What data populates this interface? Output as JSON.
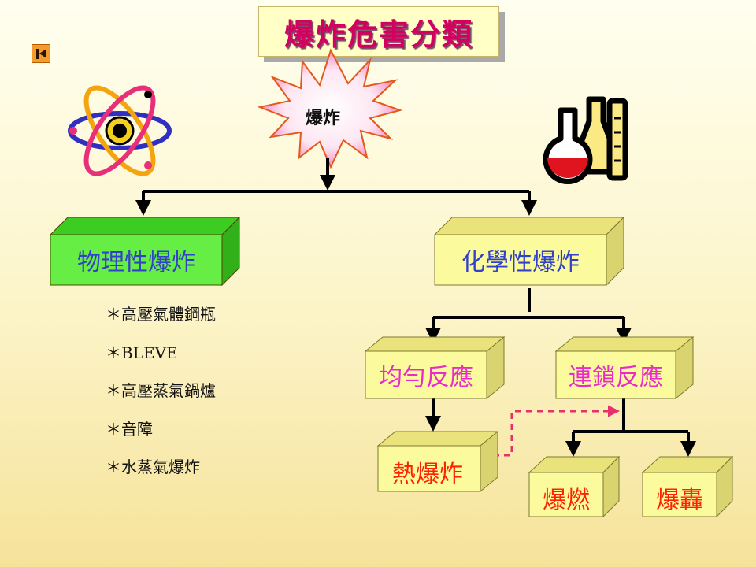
{
  "title": "爆炸危害分類",
  "root": "爆炸",
  "branches": {
    "physical": "物理性爆炸",
    "chemical": "化學性爆炸"
  },
  "physical_examples": [
    "＊高壓氣體鋼瓶",
    "＊BLEVE",
    "＊高壓蒸氣鍋爐",
    "＊音障",
    "＊水蒸氣爆炸"
  ],
  "chemical_sub": {
    "uniform": "均勻反應",
    "chain": "連鎖反應",
    "thermal": "熱爆炸",
    "deflagration": "爆燃",
    "detonation": "爆轟"
  },
  "icons": [
    "back-button-icon",
    "atom-icon",
    "explosion-burst-icon",
    "lab-flasks-icon"
  ],
  "colors": {
    "title_text": "#d4005f",
    "physical_box": "#66ee44",
    "chemical_box": "#fbfa9d",
    "blue_label": "#3242c8",
    "magenta_label": "#e82bc9",
    "red_label": "#ff2200",
    "dashed_link": "#e8306d"
  }
}
